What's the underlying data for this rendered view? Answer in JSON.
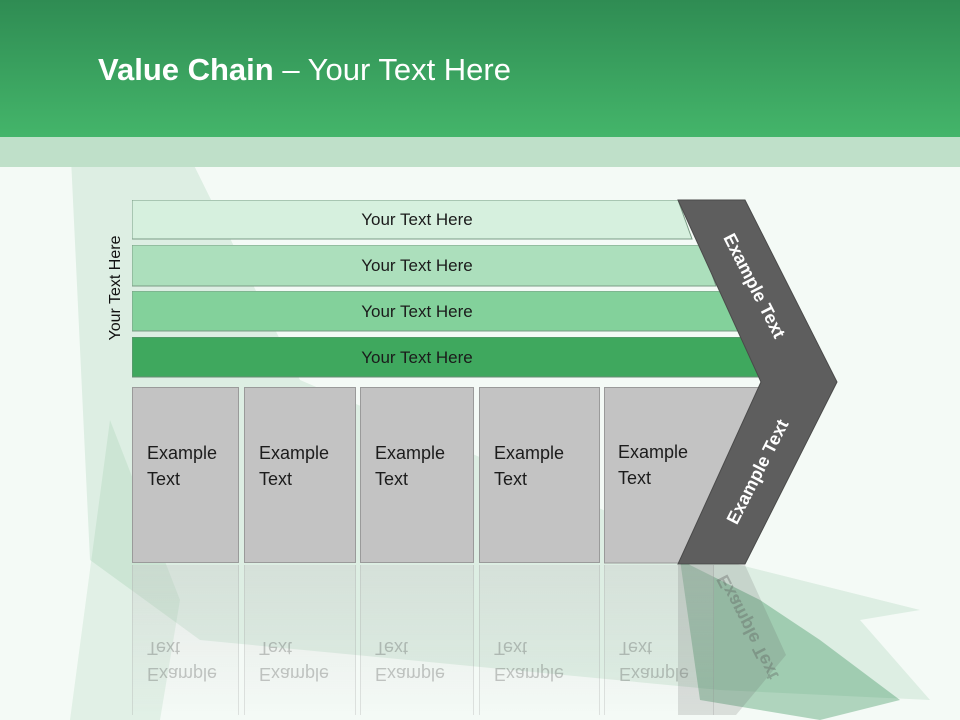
{
  "title": {
    "bold": "Value Chain",
    "rest": " – Your Text Here"
  },
  "side_label": "Your Text Here",
  "stripes": [
    {
      "label": "Your Text Here",
      "color": "#d6f0de"
    },
    {
      "label": "Your Text Here",
      "color": "#acdfbc"
    },
    {
      "label": "Your Text Here",
      "color": "#83d19b"
    },
    {
      "label": "Your Text Here",
      "color": "#3fa85e"
    }
  ],
  "boxes": [
    {
      "text": "Example\nText"
    },
    {
      "text": "Example\nText"
    },
    {
      "text": "Example\nText"
    },
    {
      "text": "Example\nText"
    },
    {
      "text": "Example\nText"
    }
  ],
  "chevron": {
    "top_text": "Example Text",
    "bottom_text": "Example Text",
    "color": "#5e5e5e"
  }
}
